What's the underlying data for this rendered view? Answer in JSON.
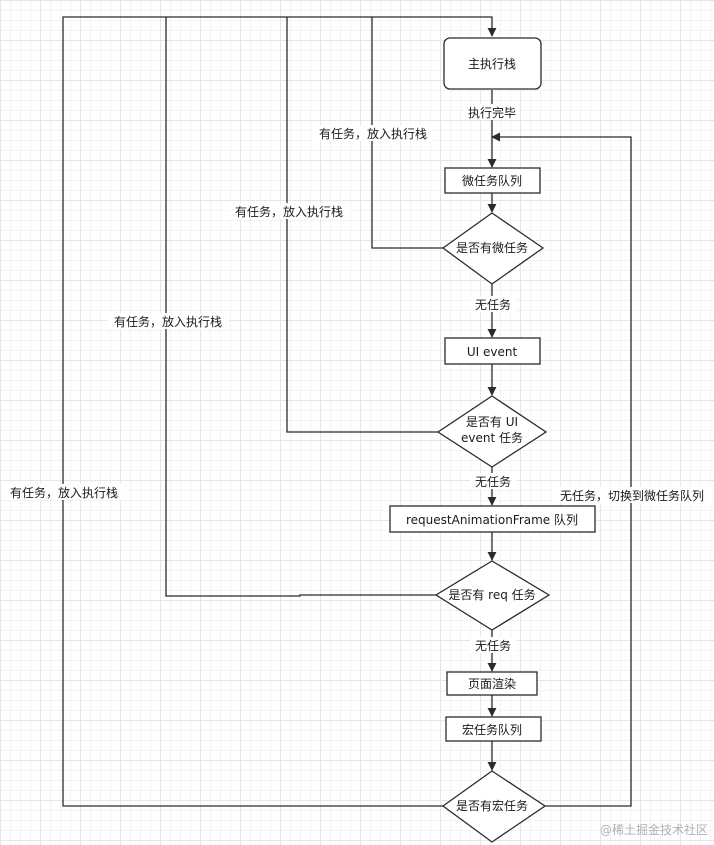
{
  "nodes": {
    "main_stack": "主执行栈",
    "microtask_queue": "微任务队列",
    "has_microtask": "是否有微任务",
    "ui_event": "UI event",
    "has_ui_event_line1": "是否有 UI",
    "has_ui_event_line2": "event 任务",
    "raf_queue": "requestAnimationFrame 队列",
    "has_req": "是否有 req 任务",
    "page_render": "页面渲染",
    "macrotask_queue": "宏任务队列",
    "has_macrotask": "是否有宏任务"
  },
  "edges": {
    "exec_done": "执行完毕",
    "no_task_1": "无任务",
    "no_task_2": "无任务",
    "no_task_3": "无任务",
    "has_task_micro": "有任务，放入执行栈",
    "has_task_ui": "有任务，放入执行栈",
    "has_task_req": "有任务，放入执行栈",
    "has_task_macro": "有任务，放入执行栈",
    "no_task_switch_micro": "无任务，切换到微任务队列"
  },
  "watermark": "@稀土掘金技术社区"
}
